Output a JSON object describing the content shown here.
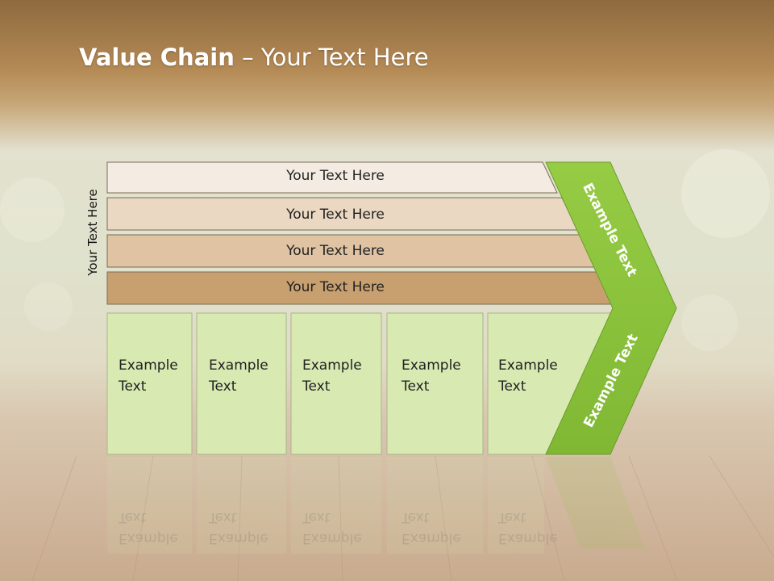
{
  "title": {
    "bold": "Value Chain",
    "rest": " – Your Text Here"
  },
  "side_label": "Your Text Here",
  "rows": [
    {
      "label": "Your Text Here",
      "color": "#f4ece2"
    },
    {
      "label": "Your Text Here",
      "color": "#ead8c2"
    },
    {
      "label": "Your Text Here",
      "color": "#dfc3a2"
    },
    {
      "label": "Your Text Here",
      "color": "#c8a070"
    }
  ],
  "columns": [
    {
      "line1": "Example",
      "line2": "Text"
    },
    {
      "line1": "Example",
      "line2": "Text"
    },
    {
      "line1": "Example",
      "line2": "Text"
    },
    {
      "line1": "Example",
      "line2": "Text"
    },
    {
      "line1": "Example",
      "line2": "Text"
    }
  ],
  "chevron": {
    "upper_label": "Example Text",
    "lower_label": "Example Text",
    "color": "#8cc43c"
  },
  "colors": {
    "header": "#b48a55",
    "box_fill": "#d8e9b2",
    "box_border": "#b9c69a",
    "floor": "#c9ad93"
  }
}
